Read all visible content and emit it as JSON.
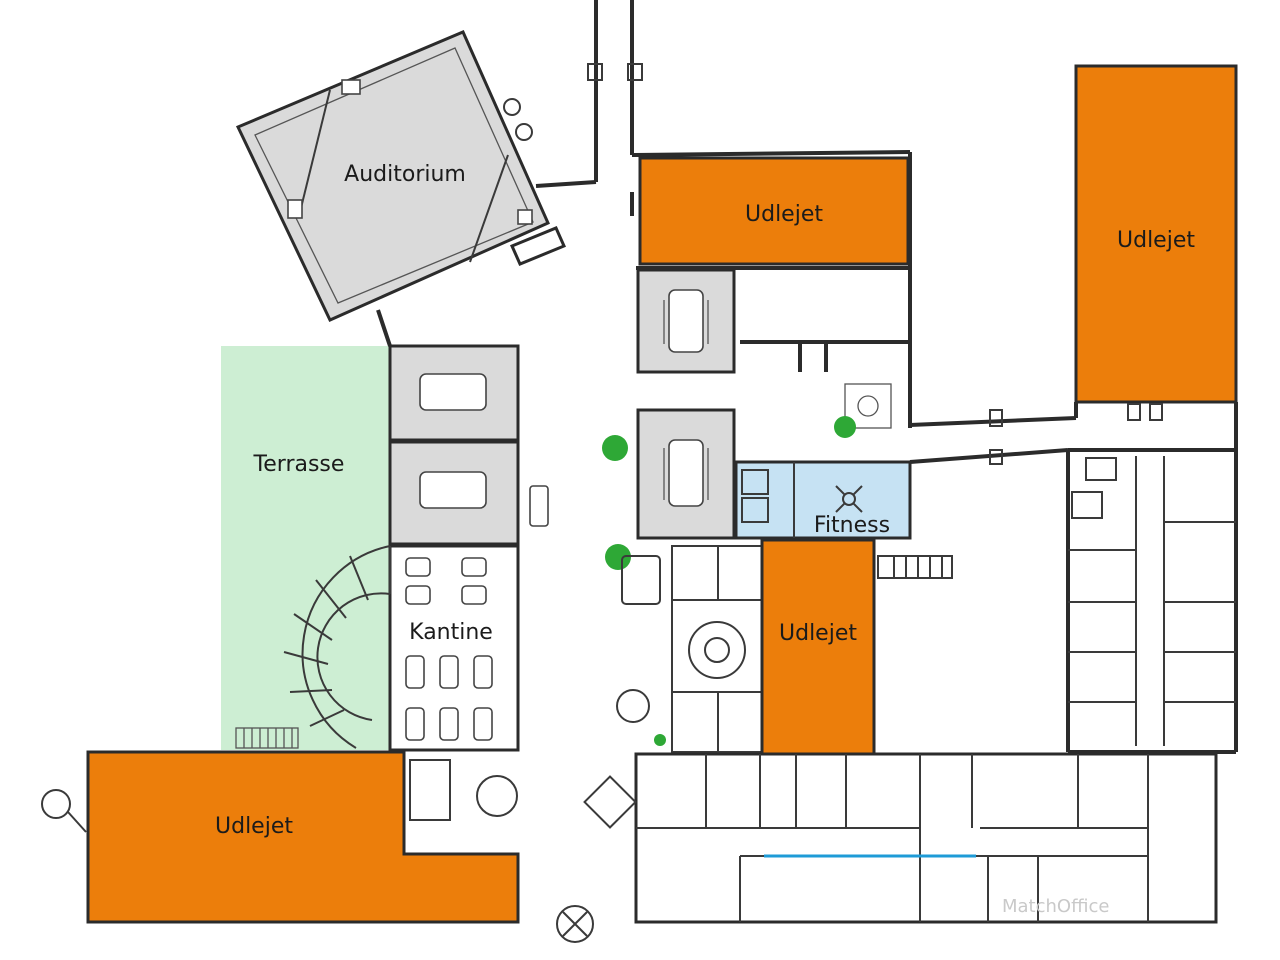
{
  "labels": {
    "auditorium": "Auditorium",
    "terrasse": "Terrasse",
    "kantine": "Kantine",
    "fitness": "Fitness",
    "udlejet_top_mid": "Udlejet",
    "udlejet_top_right": "Udlejet",
    "udlejet_center": "Udlejet",
    "udlejet_bottom_left": "Udlejet"
  },
  "watermark": "MatchOffice",
  "colors": {
    "rented": "#ec7e0b",
    "terrace": "#cdeed3",
    "fitness": "#c6e2f3",
    "meeting_room": "#dadada",
    "plant": "#2ea836",
    "window_accent": "#1e9bd7"
  }
}
